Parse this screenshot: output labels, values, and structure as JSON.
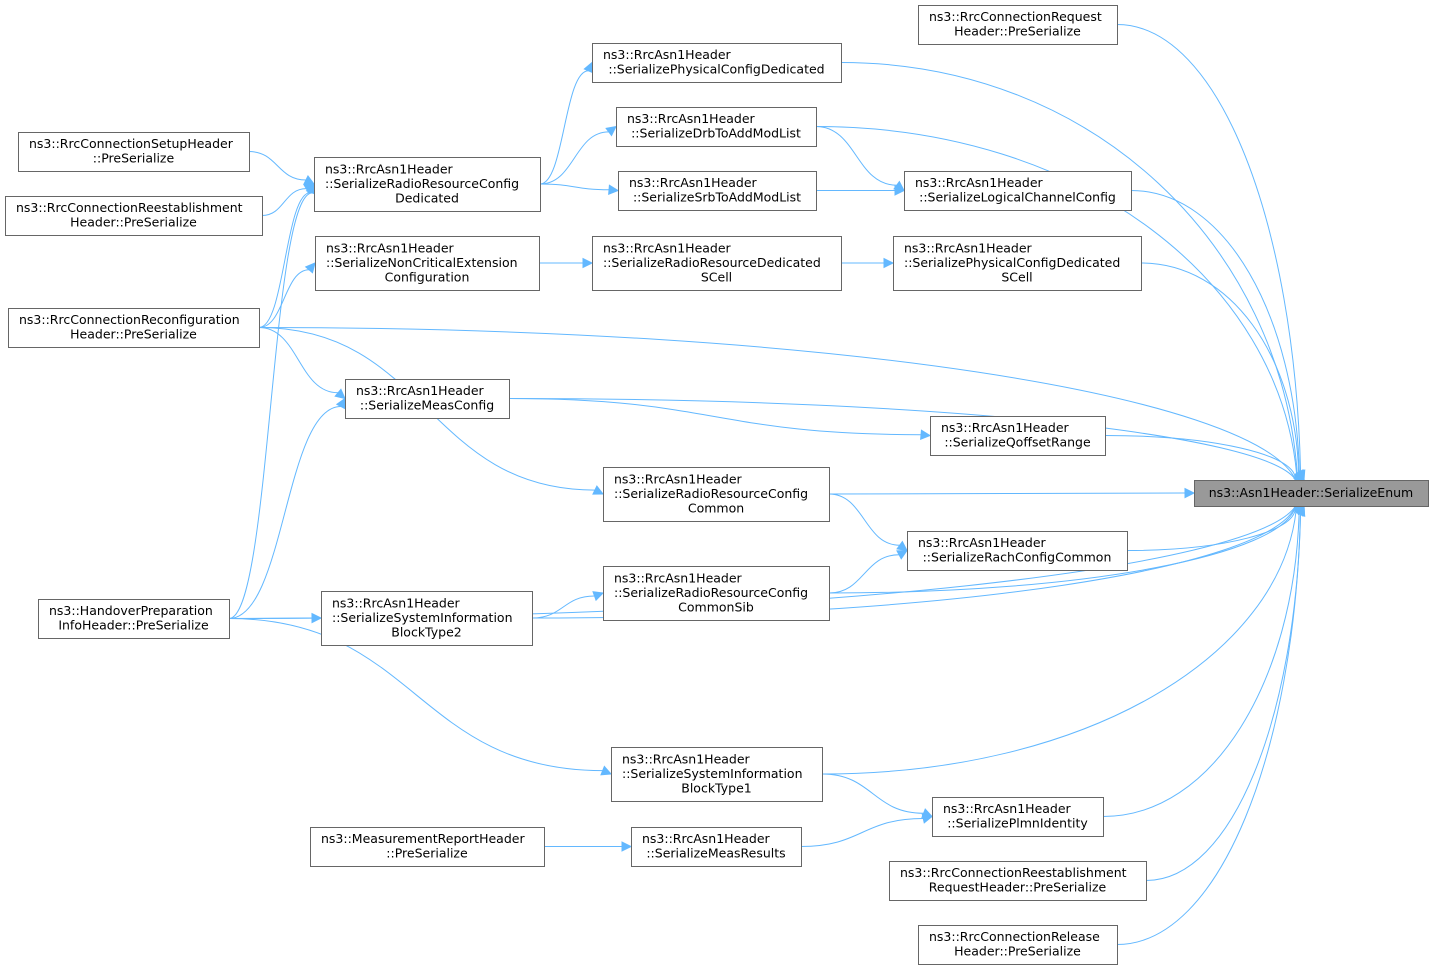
{
  "graph": {
    "colors": {
      "edge": "#63b8ff",
      "node_border": "#666666",
      "root_fill": "#999999",
      "node_fill": "#ffffff"
    },
    "nodes": {
      "root": [
        "ns3::Asn1Header::SerializeEnum"
      ],
      "rrcConnRequestPre": [
        "ns3::RrcConnectionRequest",
        "Header::PreSerialize"
      ],
      "serPhysConfigDed": [
        "ns3::RrcAsn1Header",
        "::SerializePhysicalConfigDedicated"
      ],
      "serDrbToAddMod": [
        "ns3::RrcAsn1Header",
        "::SerializeDrbToAddModList"
      ],
      "serRadioResCfgDed": [
        "ns3::RrcAsn1Header",
        "::SerializeRadioResourceConfig",
        "Dedicated"
      ],
      "rrcConnSetupPre": [
        "ns3::RrcConnectionSetupHeader",
        "::PreSerialize"
      ],
      "rrcConnReestPre": [
        "ns3::RrcConnectionReestablishment",
        "Header::PreSerialize"
      ],
      "serSrbToAddMod": [
        "ns3::RrcAsn1Header",
        "::SerializeSrbToAddModList"
      ],
      "serLogicalChCfg": [
        "ns3::RrcAsn1Header",
        "::SerializeLogicalChannelConfig"
      ],
      "serNonCritExt": [
        "ns3::RrcAsn1Header",
        "::SerializeNonCriticalExtension",
        "Configuration"
      ],
      "serRadioResDedSCell": [
        "ns3::RrcAsn1Header",
        "::SerializeRadioResourceDedicated",
        "SCell"
      ],
      "serPhysCfgDedSCell": [
        "ns3::RrcAsn1Header",
        "::SerializePhysicalConfigDedicated",
        "SCell"
      ],
      "rrcConnReconfPre": [
        "ns3::RrcConnectionReconfiguration",
        "Header::PreSerialize"
      ],
      "serMeasConfig": [
        "ns3::RrcAsn1Header",
        "::SerializeMeasConfig"
      ],
      "serQoffsetRange": [
        "ns3::RrcAsn1Header",
        "::SerializeQoffsetRange"
      ],
      "serRadioResCfgCommon": [
        "ns3::RrcAsn1Header",
        "::SerializeRadioResourceConfig",
        "Common"
      ],
      "serRachCfgCommon": [
        "ns3::RrcAsn1Header",
        "::SerializeRachConfigCommon"
      ],
      "serRadioResCfgCommonSib": [
        "ns3::RrcAsn1Header",
        "::SerializeRadioResourceConfig",
        "CommonSib"
      ],
      "handoverPrepPre": [
        "ns3::HandoverPreparation",
        "InfoHeader::PreSerialize"
      ],
      "serSysInfoBlk2": [
        "ns3::RrcAsn1Header",
        "::SerializeSystemInformation",
        "BlockType2"
      ],
      "serSysInfoBlk1": [
        "ns3::RrcAsn1Header",
        "::SerializeSystemInformation",
        "BlockType1"
      ],
      "serPlmnIdentity": [
        "ns3::RrcAsn1Header",
        "::SerializePlmnIdentity"
      ],
      "measReportPre": [
        "ns3::MeasurementReportHeader",
        "::PreSerialize"
      ],
      "serMeasResults": [
        "ns3::RrcAsn1Header",
        "::SerializeMeasResults"
      ],
      "rrcConnReestReqPre": [
        "ns3::RrcConnectionReestablishment",
        "RequestHeader::PreSerialize"
      ],
      "rrcConnReleasePre": [
        "ns3::RrcConnectionRelease",
        "Header::PreSerialize"
      ]
    },
    "edges": [
      [
        "rrcConnRequestPre",
        "root"
      ],
      [
        "serPhysConfigDed",
        "root"
      ],
      [
        "serDrbToAddMod",
        "root"
      ],
      [
        "serLogicalChCfg",
        "root"
      ],
      [
        "serPhysCfgDedSCell",
        "root"
      ],
      [
        "rrcConnReconfPre",
        "root"
      ],
      [
        "serMeasConfig",
        "root"
      ],
      [
        "serQoffsetRange",
        "root"
      ],
      [
        "serRadioResCfgCommon",
        "root"
      ],
      [
        "serRachCfgCommon",
        "root"
      ],
      [
        "serRadioResCfgCommonSib",
        "root"
      ],
      [
        "serSysInfoBlk2",
        "root"
      ],
      [
        "handoverPrepPre",
        "root"
      ],
      [
        "serSysInfoBlk1",
        "root"
      ],
      [
        "serPlmnIdentity",
        "root"
      ],
      [
        "rrcConnReestReqPre",
        "root"
      ],
      [
        "rrcConnReleasePre",
        "root"
      ],
      [
        "serRadioResCfgDed",
        "serPhysConfigDed"
      ],
      [
        "serRadioResCfgDed",
        "serDrbToAddMod"
      ],
      [
        "serRadioResCfgDed",
        "serSrbToAddMod"
      ],
      [
        "serDrbToAddMod",
        "serLogicalChCfg"
      ],
      [
        "serSrbToAddMod",
        "serLogicalChCfg"
      ],
      [
        "rrcConnSetupPre",
        "serRadioResCfgDed"
      ],
      [
        "rrcConnReestPre",
        "serRadioResCfgDed"
      ],
      [
        "rrcConnReconfPre",
        "serRadioResCfgDed"
      ],
      [
        "handoverPrepPre",
        "serRadioResCfgDed"
      ],
      [
        "rrcConnReconfPre",
        "serNonCritExt"
      ],
      [
        "serNonCritExt",
        "serRadioResDedSCell"
      ],
      [
        "serRadioResDedSCell",
        "serPhysCfgDedSCell"
      ],
      [
        "rrcConnReconfPre",
        "serMeasConfig"
      ],
      [
        "handoverPrepPre",
        "serMeasConfig"
      ],
      [
        "serMeasConfig",
        "serQoffsetRange"
      ],
      [
        "rrcConnReconfPre",
        "serRadioResCfgCommon"
      ],
      [
        "serRadioResCfgCommon",
        "serRachCfgCommon"
      ],
      [
        "serRadioResCfgCommonSib",
        "serRachCfgCommon"
      ],
      [
        "serSysInfoBlk2",
        "serRadioResCfgCommonSib"
      ],
      [
        "handoverPrepPre",
        "serSysInfoBlk2"
      ],
      [
        "handoverPrepPre",
        "serSysInfoBlk1"
      ],
      [
        "serSysInfoBlk1",
        "serPlmnIdentity"
      ],
      [
        "serMeasResults",
        "serPlmnIdentity"
      ],
      [
        "measReportPre",
        "serMeasResults"
      ]
    ]
  }
}
